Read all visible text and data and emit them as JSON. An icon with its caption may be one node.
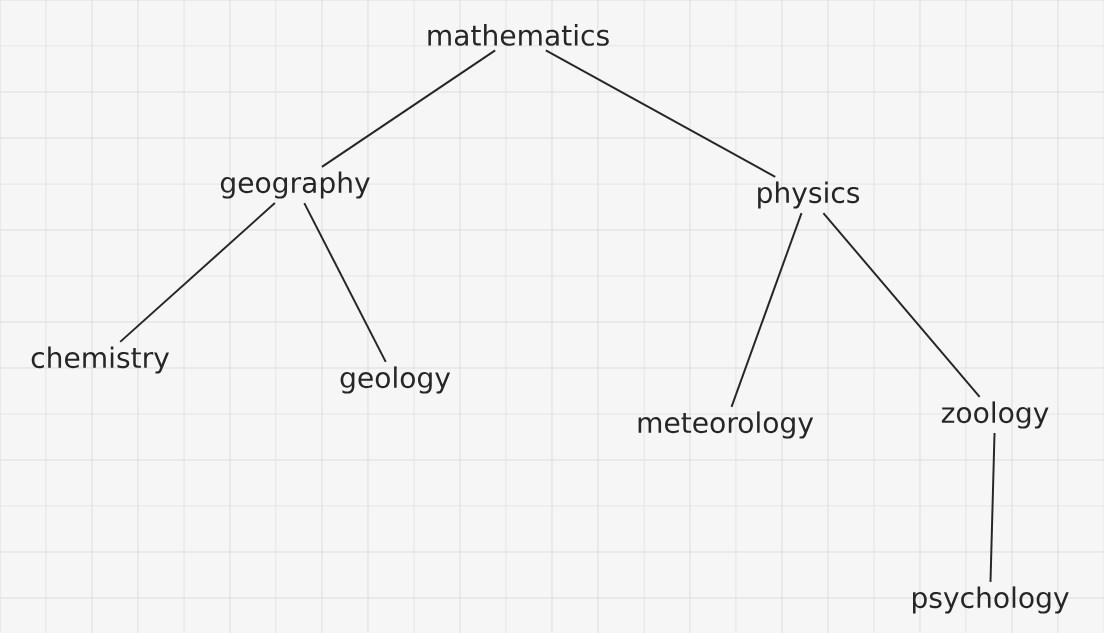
{
  "diagram": {
    "nodes": [
      {
        "text": [
          "mathematics"
        ]
      },
      {
        "text": [
          "geography"
        ]
      },
      {
        "text": [
          "physics"
        ]
      },
      {
        "text": [
          "chemistry"
        ]
      },
      {
        "text": [
          "geology"
        ]
      },
      {
        "text": [
          "meteorology"
        ]
      },
      {
        "text": [
          "zoology"
        ]
      },
      {
        "text": [
          "psychology"
        ]
      }
    ],
    "edges": [
      {
        "from": 0,
        "to": 1,
        "arrow": "none"
      },
      {
        "from": 0,
        "to": 2,
        "arrow": "none"
      },
      {
        "from": 1,
        "to": 3,
        "arrow": "none"
      },
      {
        "from": 1,
        "to": 4,
        "arrow": "none"
      },
      {
        "from": 2,
        "to": 5,
        "arrow": "none"
      },
      {
        "from": 2,
        "to": 6,
        "arrow": "none"
      },
      {
        "from": 6,
        "to": 7,
        "arrow": "none"
      }
    ]
  }
}
